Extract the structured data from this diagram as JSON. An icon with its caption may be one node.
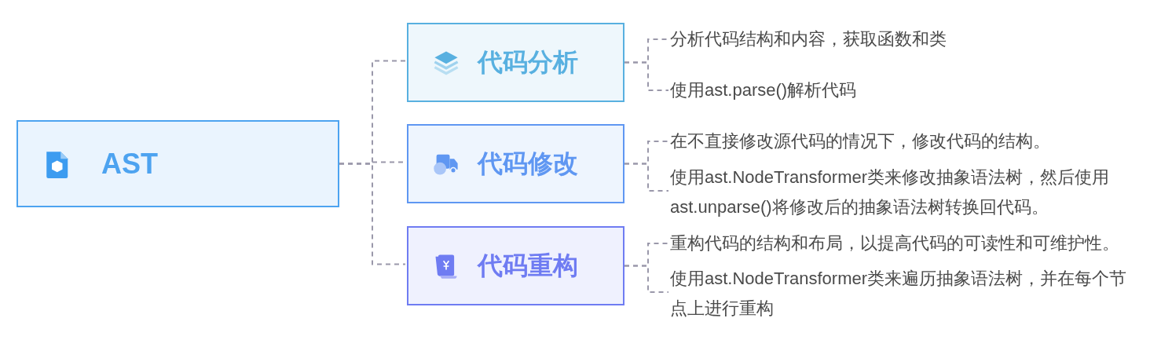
{
  "diagram": {
    "nodes": [
      {
        "text": [
          "AST"
        ]
      },
      {
        "text": [
          "代码分析"
        ]
      },
      {
        "text": [
          "代码修改"
        ]
      },
      {
        "text": [
          "代码重构"
        ]
      },
      {
        "text": [
          "分析代码结构和内容，获取函数和类"
        ]
      },
      {
        "text": [
          "使用ast.parse()解析代码"
        ]
      },
      {
        "text": [
          "在不直接修改源代码的情况下，修改代码的结构。"
        ]
      },
      {
        "text": [
          "使用ast.NodeTransformer类来修改抽象语法树，然后使用ast.unparse()将修改后的抽象语法树转换回代码。"
        ]
      },
      {
        "text": [
          "重构代码的结构和布局，以提高代码的可读性和可维护性。"
        ]
      },
      {
        "text": [
          "使用ast.NodeTransformer类来遍历抽象语法树，并在每个节点上进行重构"
        ]
      }
    ],
    "edges": [
      {
        "from": 0,
        "to": 1,
        "arrow": "none",
        "style": "dashed"
      },
      {
        "from": 0,
        "to": 2,
        "arrow": "none",
        "style": "dashed"
      },
      {
        "from": 0,
        "to": 3,
        "arrow": "none",
        "style": "dashed"
      },
      {
        "from": 1,
        "to": 4,
        "arrow": "none",
        "style": "dashed"
      },
      {
        "from": 1,
        "to": 5,
        "arrow": "none",
        "style": "dashed"
      },
      {
        "from": 2,
        "to": 6,
        "arrow": "none",
        "style": "dashed"
      },
      {
        "from": 2,
        "to": 7,
        "arrow": "none",
        "style": "dashed"
      },
      {
        "from": 3,
        "to": 8,
        "arrow": "none",
        "style": "dashed"
      },
      {
        "from": 3,
        "to": 9,
        "arrow": "none",
        "style": "dashed"
      }
    ]
  }
}
